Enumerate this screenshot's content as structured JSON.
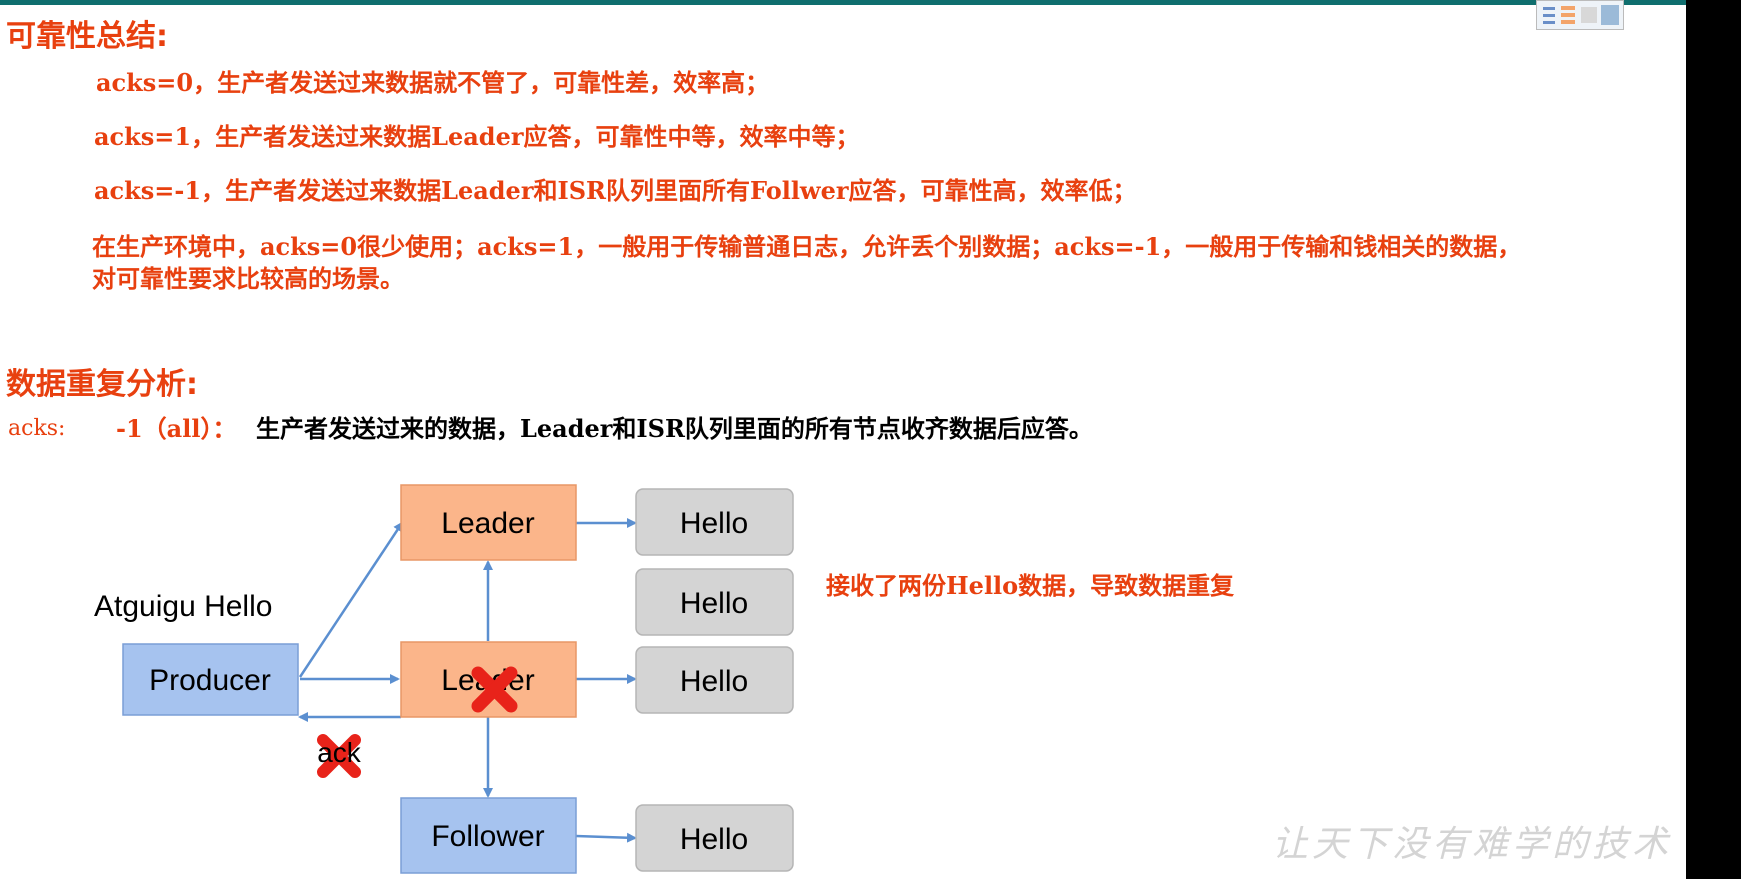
{
  "reliability": {
    "heading": "可靠性总结:",
    "lines": [
      "acks=0，生产者发送过来数据就不管了，可靠性差，效率高；",
      "acks=1，生产者发送过来数据Leader应答，可靠性中等，效率中等；",
      "acks=-1，生产者发送过来数据Leader和ISR队列里面所有Follwer应答，可靠性高，效率低；"
    ],
    "production_line1": "在生产环境中，acks=0很少使用；acks=1，一般用于传输普通日志，允许丢个别数据；acks=-1，一般用于传输和钱相关的数据，",
    "production_line2": "对可靠性要求比较高的场景。"
  },
  "duplicate": {
    "heading": "数据重复分析:",
    "acks_label": "acks:",
    "acks_value": "-1（all）：",
    "acks_desc": "生产者发送过来的数据，Leader和ISR队列里面的所有节点收齐数据后应答。"
  },
  "diagram": {
    "message_label": "Atguigu Hello",
    "producer": "Producer",
    "leader_top": "Leader",
    "leader_mid": "Leader",
    "follower": "Follower",
    "hello_boxes": [
      "Hello",
      "Hello",
      "Hello",
      "Hello"
    ],
    "ack_label": "ack",
    "note": "接收了两份Hello数据，导致数据重复",
    "colors": {
      "producer_fill": "#a6c3ef",
      "leader_fill": "#fbb58a",
      "follower_fill": "#a6c3ef",
      "hello_fill": "#d4d4d4",
      "arrow": "#5b8fd0",
      "cross": "#e8231a",
      "accent_red": "#e8400f"
    }
  },
  "watermark": "让天下没有难学的技术"
}
